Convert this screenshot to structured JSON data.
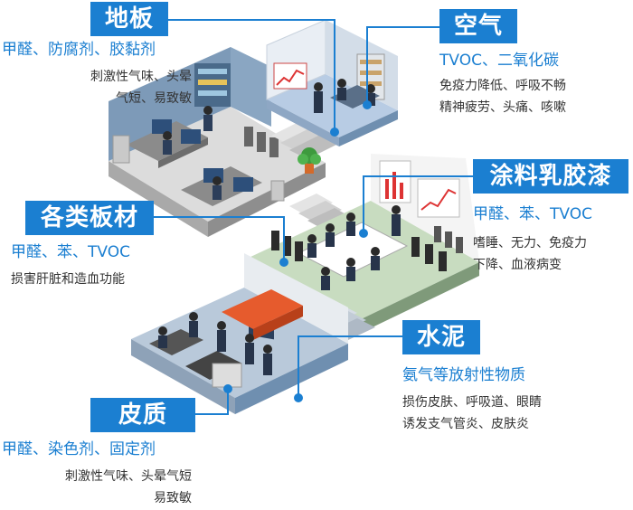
{
  "callouts": {
    "floor": {
      "title": "地板",
      "hazard": "甲醛、防腐剂、胶黏剂",
      "effects": [
        "刺激性气味、头晕",
        "气短、易致敏"
      ]
    },
    "air": {
      "title": "空气",
      "hazard": "TVOC、二氧化碳",
      "effects": [
        "免疫力降低、呼吸不畅",
        "精神疲劳、头痛、咳嗽"
      ]
    },
    "paint": {
      "title": "涂料乳胶漆",
      "hazard": "甲醛、苯、TVOC",
      "effects": [
        "嗜睡、无力、免疫力",
        "下降、血液病变"
      ]
    },
    "boards": {
      "title": "各类板材",
      "hazard": "甲醛、苯、TVOC",
      "effects": [
        "损害肝脏和造血功能"
      ]
    },
    "cement": {
      "title": "水泥",
      "hazard": "氨气等放射性物质",
      "effects": [
        "损伤皮肤、呼吸道、眼睛",
        "诱发支气管炎、皮肤炎"
      ]
    },
    "leather": {
      "title": "皮质",
      "hazard": "甲醛、染色剂、固定剂",
      "effects": [
        "刺激性气味、头晕气短",
        "易致敏"
      ]
    }
  },
  "colors": {
    "accent": "#1b7fd1",
    "floor_gray": "#d8d8d8",
    "floor_blue": "#b8cce4",
    "floor_green": "#c8dcc0",
    "wall": "#6f8fb0"
  }
}
